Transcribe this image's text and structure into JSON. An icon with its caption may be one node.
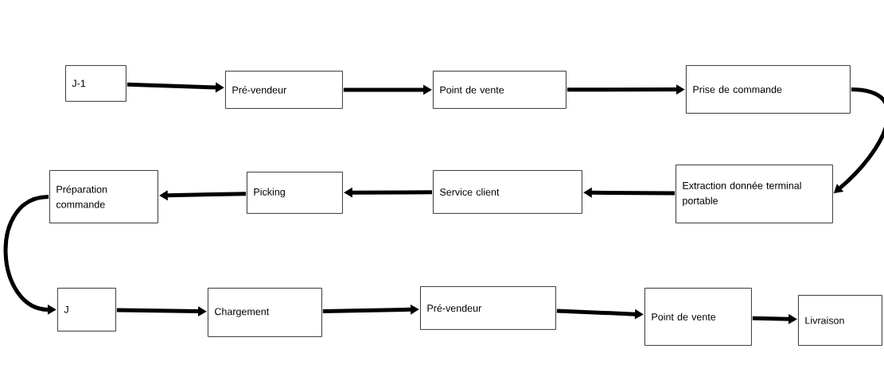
{
  "diagram": {
    "nodes": [
      {
        "text": [
          "J-1"
        ]
      },
      {
        "text": [
          "Pré-vendeur"
        ]
      },
      {
        "text": [
          "Point de vente"
        ]
      },
      {
        "text": [
          "Prise de commande"
        ]
      },
      {
        "text": [
          "Extraction donnée terminal portable"
        ]
      },
      {
        "text": [
          "Service client"
        ]
      },
      {
        "text": [
          "Picking"
        ]
      },
      {
        "text": [
          "Préparation commande"
        ]
      },
      {
        "text": [
          "J"
        ]
      },
      {
        "text": [
          "Chargement"
        ]
      },
      {
        "text": [
          "Pré-vendeur"
        ]
      },
      {
        "text": [
          "Point de vente"
        ]
      },
      {
        "text": [
          "Livraison"
        ]
      }
    ],
    "edges": [
      {
        "from": 0,
        "to": 1,
        "arrow": "to"
      },
      {
        "from": 1,
        "to": 2,
        "arrow": "to"
      },
      {
        "from": 2,
        "to": 3,
        "arrow": "to"
      },
      {
        "from": 3,
        "to": 4,
        "arrow": "to"
      },
      {
        "from": 4,
        "to": 5,
        "arrow": "to"
      },
      {
        "from": 5,
        "to": 6,
        "arrow": "to"
      },
      {
        "from": 6,
        "to": 7,
        "arrow": "to"
      },
      {
        "from": 7,
        "to": 8,
        "arrow": "to"
      },
      {
        "from": 8,
        "to": 9,
        "arrow": "to"
      },
      {
        "from": 9,
        "to": 10,
        "arrow": "to"
      },
      {
        "from": 10,
        "to": 11,
        "arrow": "to"
      },
      {
        "from": 11,
        "to": 12,
        "arrow": "to"
      }
    ]
  }
}
